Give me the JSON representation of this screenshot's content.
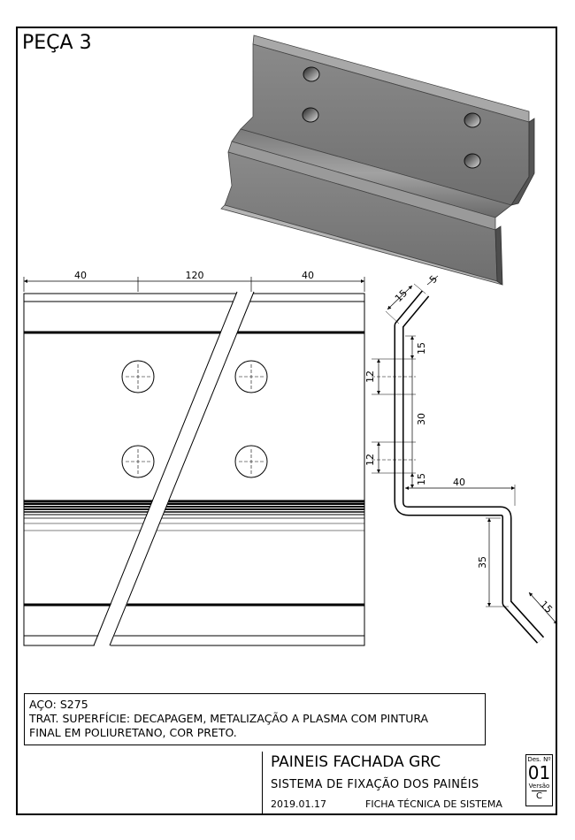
{
  "sheet": {
    "piece_title": "PEÇA 3",
    "dimensions": {
      "front_left": "40",
      "front_middle": "120",
      "front_right": "40",
      "profile_top_length": "15",
      "profile_lip": "5",
      "profile_upper_flange": "15",
      "hole_spacing_top": "12",
      "hole_pitch": "30",
      "hole_spacing_bottom": "12",
      "profile_lower_flange": "15",
      "profile_offset": "40",
      "profile_depth": "35",
      "profile_bottom_length": "15"
    },
    "notes": {
      "material": "AÇO: S275",
      "treatment_line1": "TRAT. SUPERFÍCIE: DECAPAGEM, METALIZAÇÃO A PLASMA COM PINTURA",
      "treatment_line2": "FINAL EM POLIURETANO, COR PRETO."
    },
    "title_block": {
      "project": "PAINEIS FACHADA GRC",
      "subtitle": "SISTEMA DE FIXAÇÃO DOS PAINÉIS",
      "date": "2019.01.17",
      "doc_type": "FICHA TÉCNICA DE SISTEMA",
      "drawing_label": "Des. Nº",
      "drawing_number": "01",
      "version_label": "Versão",
      "version": "C"
    }
  }
}
